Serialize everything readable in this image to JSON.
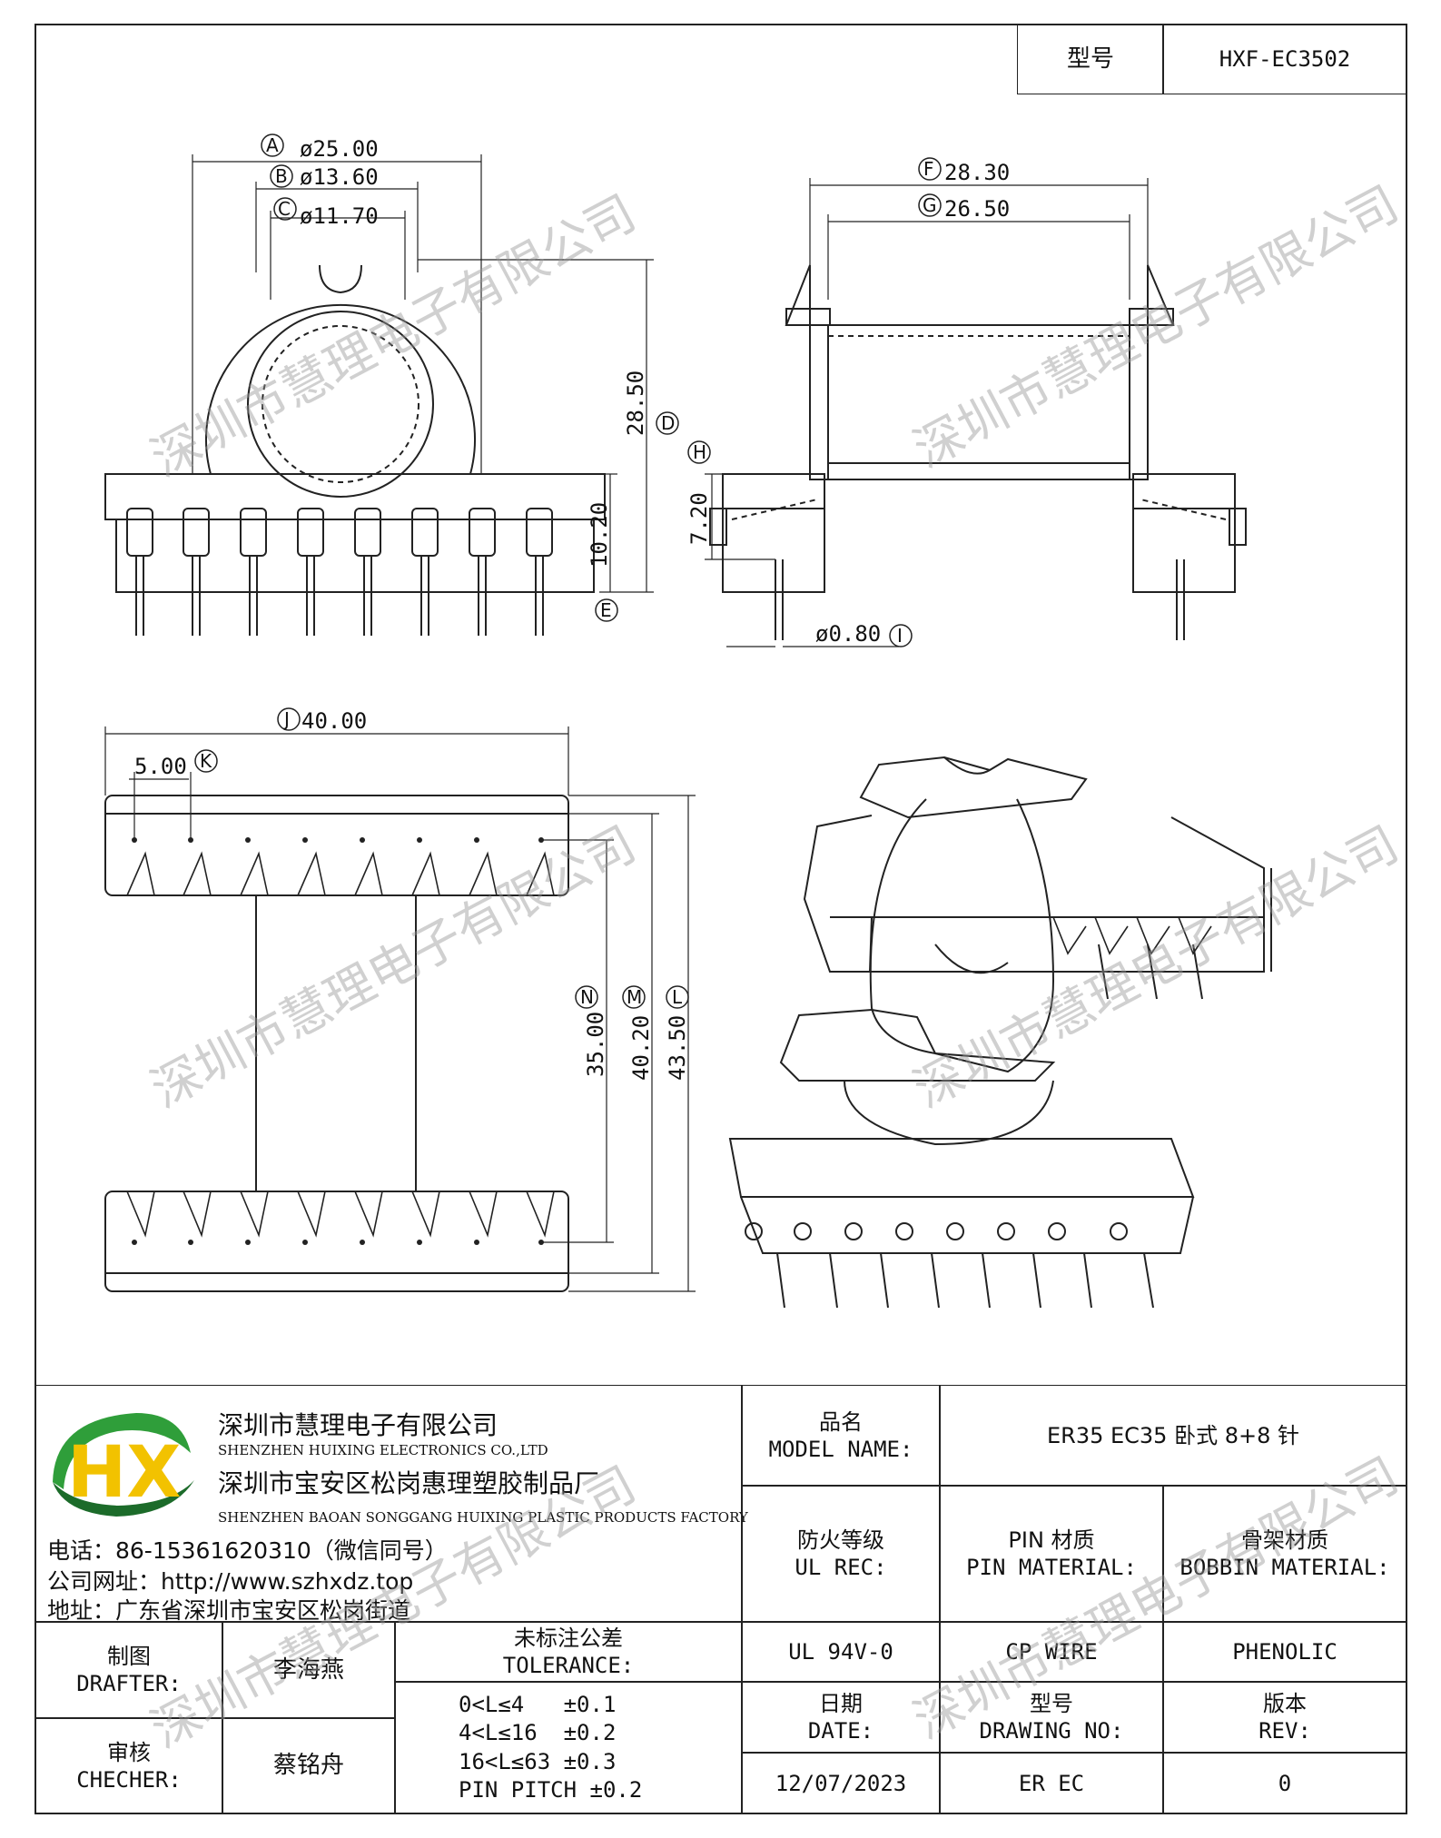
{
  "title_block": {
    "type_label": "型号",
    "type_value": "HXF-EC3502"
  },
  "dimensions": {
    "A": "ø25.00",
    "B": "ø13.60",
    "C": "ø11.70",
    "D": "28.50",
    "E": "10.20",
    "F": "28.30",
    "G": "26.50",
    "H": "7.20",
    "I": "ø0.80",
    "J": "40.00",
    "K": "5.00",
    "N": "35.00",
    "M": "40.20",
    "L": "43.50"
  },
  "callouts": [
    "A",
    "B",
    "C",
    "D",
    "E",
    "F",
    "G",
    "H",
    "I",
    "J",
    "K",
    "L",
    "M",
    "N"
  ],
  "company": {
    "logo_letters": "HX",
    "name_cn": "深圳市慧理电子有限公司",
    "name_en": "SHENZHEN HUIXING ELECTRONICS CO.,LTD",
    "factory_cn": "深圳市宝安区松岗惠理塑胶制品厂",
    "factory_en": "SHENZHEN BAOAN SONGGANG HUIXING PLASTIC PRODUCTS FACTORY",
    "phone": "电话：86-15361620310（微信同号）",
    "website": "公司网址：http://www.szhxdz.top",
    "address": "地址：广东省深圳市宝安区松岗街道"
  },
  "colors": {
    "logo_green": "#2f9e3a",
    "logo_yellow": "#f2c200",
    "logo_dark": "#1c6b2a"
  },
  "spec": {
    "model_label_cn": "品名",
    "model_label_en": "MODEL NAME:",
    "model_value": "ER35 EC35 卧式 8+8 针",
    "ul_label_cn": "防火等级",
    "ul_label_en": "UL REC:",
    "pin_label_cn": "PIN 材质",
    "pin_label_en": "PIN MATERIAL:",
    "bobbin_label_cn": "骨架材质",
    "bobbin_label_en": "BOBBIN MATERIAL:",
    "ul_value": "UL 94V-0",
    "pin_value": "CP WIRE",
    "bobbin_value": "PHENOLIC",
    "date_label_cn": "日期",
    "date_label_en": "DATE:",
    "drawing_label_cn": "型号",
    "drawing_label_en": "DRAWING NO:",
    "rev_label_cn": "版本",
    "rev_label_en": "REV:",
    "date_value": "12/07/2023",
    "drawing_value": "ER EC",
    "rev_value": "0"
  },
  "signoff": {
    "drafter_label_cn": "制图",
    "drafter_label_en": "DRAFTER:",
    "drafter_name": "李海燕",
    "checker_label_cn": "审核",
    "checker_label_en": "CHECHER:",
    "checker_name": "蔡铭舟",
    "tolerance_label_cn": "未标注公差",
    "tolerance_label_en": "TOLERANCE:",
    "tolerance_lines": [
      "0<L≤4   ±0.1",
      "4<L≤16  ±0.2",
      "16<L≤63 ±0.3",
      "PIN PITCH ±0.2"
    ]
  },
  "watermark": "深圳市慧理电子有限公司"
}
